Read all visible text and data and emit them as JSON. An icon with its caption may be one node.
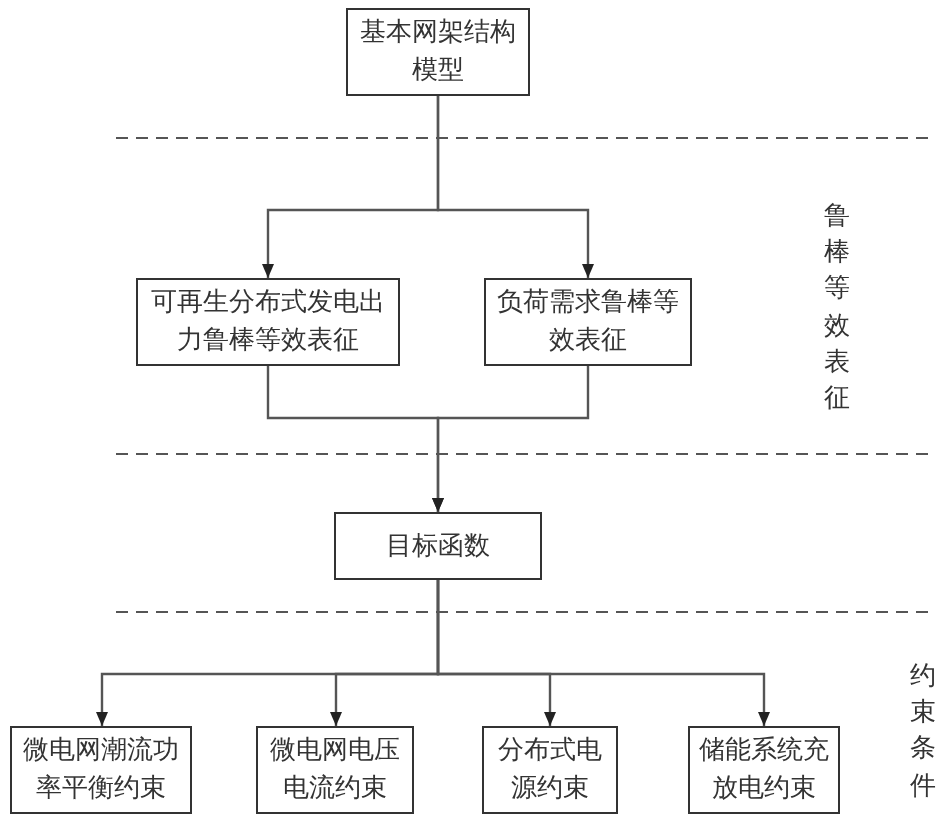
{
  "diagram": {
    "nodes": [
      {
        "text": [
          "基本网架结构模型"
        ]
      },
      {
        "text": [
          "可再生分布式发电出力鲁棒等效表征"
        ]
      },
      {
        "text": [
          "负荷需求鲁棒等效表征"
        ]
      },
      {
        "text": [
          "目标函数"
        ]
      },
      {
        "text": [
          "微电网潮流功率平衡约束"
        ]
      },
      {
        "text": [
          "微电网电压电流约束"
        ]
      },
      {
        "text": [
          "分布式电源约束"
        ]
      },
      {
        "text": [
          "储能系统充放电约束"
        ]
      }
    ],
    "edges": [
      {
        "from": 0,
        "to": 1,
        "arrow": "to"
      },
      {
        "from": 0,
        "to": 2,
        "arrow": "to"
      },
      {
        "from": 1,
        "to": 3,
        "arrow": "to"
      },
      {
        "from": 2,
        "to": 3,
        "arrow": "to"
      },
      {
        "from": 3,
        "to": 4,
        "arrow": "to"
      },
      {
        "from": 3,
        "to": 5,
        "arrow": "to"
      },
      {
        "from": 3,
        "to": 6,
        "arrow": "to"
      },
      {
        "from": 3,
        "to": 7,
        "arrow": "to"
      }
    ],
    "labels": [
      "鲁棒等效表征",
      "约束条件"
    ]
  }
}
